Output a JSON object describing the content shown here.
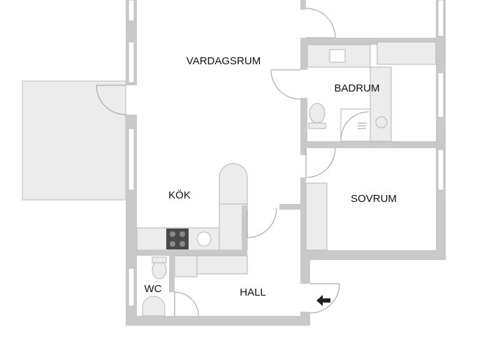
{
  "rooms": {
    "vardagsrum": "VARDAGSRUM",
    "badrum": "BADRUM",
    "kok": "KÖK",
    "sovrum": "SOVRUM",
    "wc": "WC",
    "hall": "HALL"
  },
  "entrance": {
    "icon": "arrow-left-icon"
  },
  "colors": {
    "wall": "#c9c9c9",
    "fixture_fill": "#ececec",
    "stove": "#4a4a4a",
    "text": "#111111"
  }
}
